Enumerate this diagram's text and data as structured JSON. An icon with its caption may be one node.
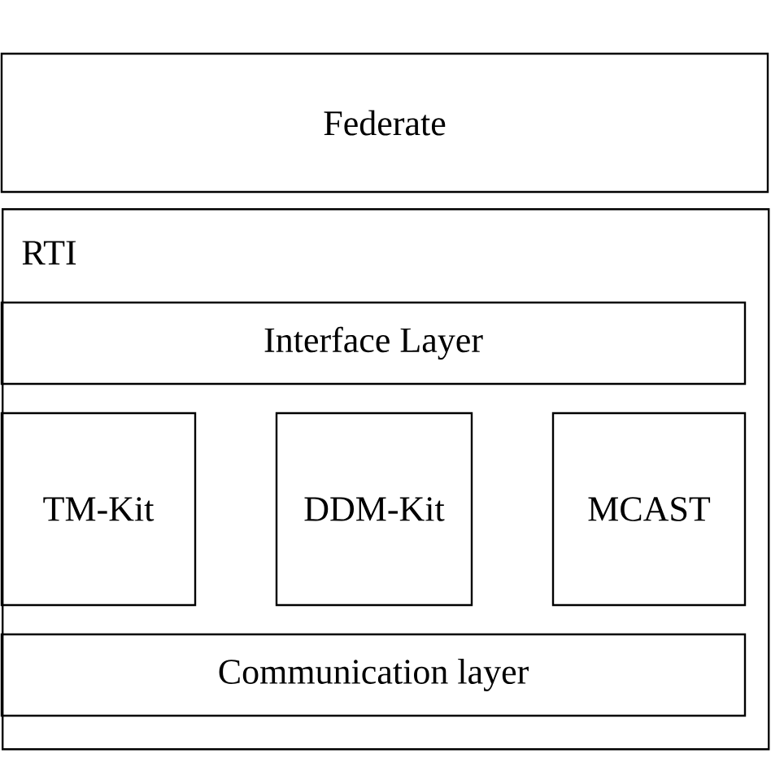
{
  "diagram": {
    "nodes": [
      {
        "text": [
          "Federate"
        ]
      },
      {
        "text": [
          "RTI"
        ]
      },
      {
        "text": [
          "Interface Layer"
        ],
        "in": 1
      },
      {
        "text": [
          "TM-Kit"
        ],
        "in": 1
      },
      {
        "text": [
          "DDM-Kit"
        ],
        "in": 1
      },
      {
        "text": [
          "MCAST"
        ],
        "in": 1
      },
      {
        "text": [
          "Communication layer"
        ],
        "in": 1
      }
    ]
  }
}
